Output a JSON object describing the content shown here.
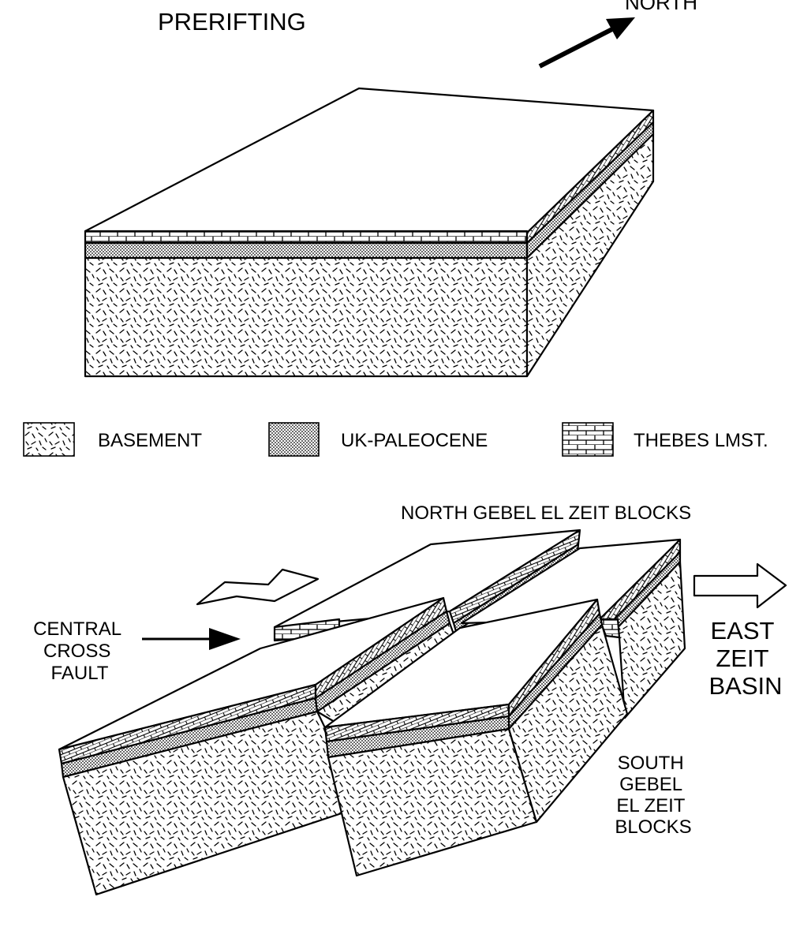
{
  "title": "PRERIFTING",
  "north_label": "NORTH",
  "legend": {
    "basement": "BASEMENT",
    "uk_paleocene": "UK-PALEOCENE",
    "thebes": "THEBES LMST."
  },
  "labels": {
    "north_blocks": "NORTH GEBEL EL ZEIT BLOCKS",
    "central_fault": [
      "CENTRAL",
      "CROSS",
      "FAULT"
    ],
    "east_basin": [
      "EAST",
      "ZEIT",
      "BASIN"
    ],
    "south_blocks": [
      "SOUTH",
      "GEBEL",
      "EL ZEIT",
      "BLOCKS"
    ]
  },
  "colors": {
    "ink": "#000000",
    "paper": "#ffffff"
  }
}
